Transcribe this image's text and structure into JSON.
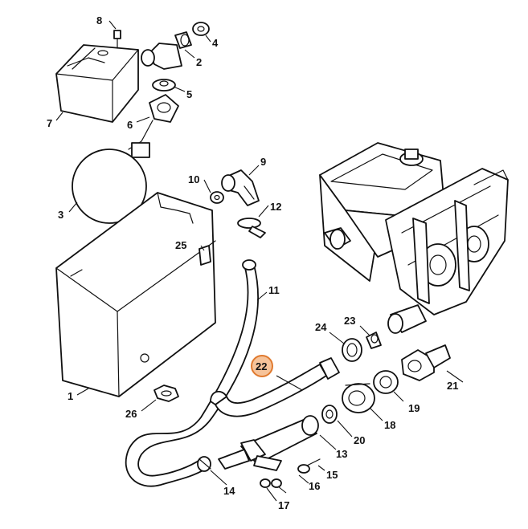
{
  "diagram": {
    "callouts": {
      "c1": "1",
      "c2": "2",
      "c3": "3",
      "c4": "4",
      "c5": "5",
      "c6": "6",
      "c7": "7",
      "c8": "8",
      "c9": "9",
      "c10": "10",
      "c11": "11",
      "c12": "12",
      "c13": "13",
      "c14": "14",
      "c15": "15",
      "c16": "16",
      "c17": "17",
      "c18": "18",
      "c19": "19",
      "c20": "20",
      "c21": "21",
      "c22": "22",
      "c23": "23",
      "c24": "24",
      "c25": "25",
      "c26": "26"
    },
    "highlighted_part": "22",
    "colors": {
      "highlight_fill": "#f6c39a",
      "highlight_stroke": "#e07a2f",
      "line": "#111111",
      "background": "#ffffff"
    }
  }
}
